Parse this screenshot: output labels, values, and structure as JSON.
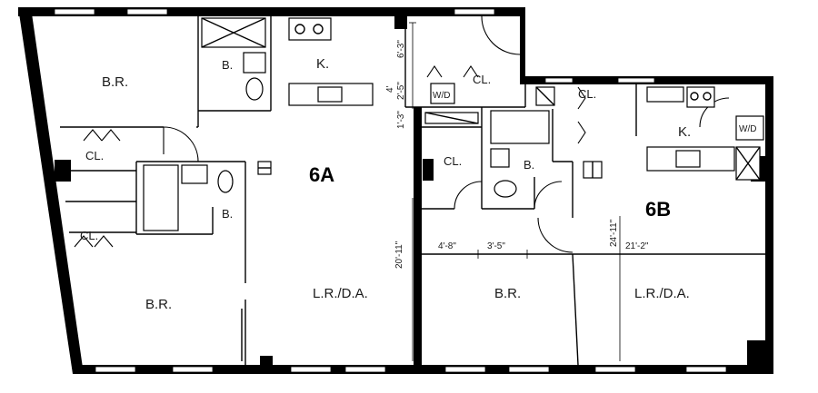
{
  "units": {
    "a": {
      "label": "6A",
      "bedroom_top": "B.R.",
      "kitchen": "K.",
      "bath_top": "B.",
      "closet_left_top": "CL.",
      "closet_left_bottom": "CL.",
      "bath_middle": "B.",
      "bedroom_bottom": "B.R.",
      "living_dining": "L.R./D.A."
    },
    "b": {
      "label": "6B",
      "closet_top": "CL.",
      "washer_dryer_hall": "W/D",
      "closet_kitchen": "CL.",
      "kitchen": "K.",
      "washer_dryer_kitchen": "W/D",
      "closet_left": "CL.",
      "bath": "B.",
      "bedroom": "B.R.",
      "living_dining": "L.R./D.A."
    }
  },
  "dimensions": {
    "a_hall_depth": "6'-3\"",
    "a_small_1": "4'",
    "a_small_2": "2'-5\"",
    "a_small_3": "1'-3\"",
    "a_living_depth": "20'-11\"",
    "b_closet_width": "4'-8\"",
    "b_bath_width": "3'-5\"",
    "b_living_depth": "24'-11\"",
    "b_living_width": "21'-2\""
  }
}
